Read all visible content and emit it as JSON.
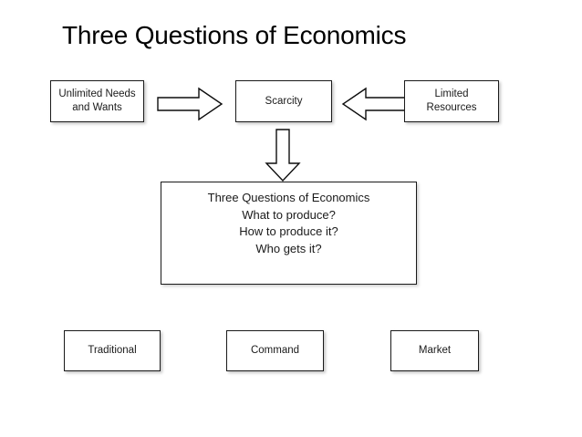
{
  "slide": {
    "title": "Three Questions of Economics",
    "background_color": "#ffffff",
    "text_color": "#1a1a1a",
    "border_color": "#1a1a1a"
  },
  "top_row": {
    "left_box": {
      "label": "Unlimited Needs\nand Wants"
    },
    "center_box": {
      "label": "Scarcity"
    },
    "right_box": {
      "label": "Limited\nResources"
    },
    "left_arrow": {
      "icon": "block-arrow-right-icon",
      "direction": "right"
    },
    "right_arrow": {
      "icon": "block-arrow-left-icon",
      "direction": "left"
    }
  },
  "down_arrow": {
    "icon": "block-arrow-down-icon",
    "direction": "down"
  },
  "main_box": {
    "label": "Three Questions of Economics\nWhat to produce?\nHow to produce it?\nWho gets it?",
    "lines": [
      "Three Questions of Economics",
      "What to produce?",
      "How to produce it?",
      "Who gets it?"
    ]
  },
  "bottom_row": {
    "boxes": [
      {
        "label": "Traditional"
      },
      {
        "label": "Command"
      },
      {
        "label": "Market"
      }
    ]
  }
}
